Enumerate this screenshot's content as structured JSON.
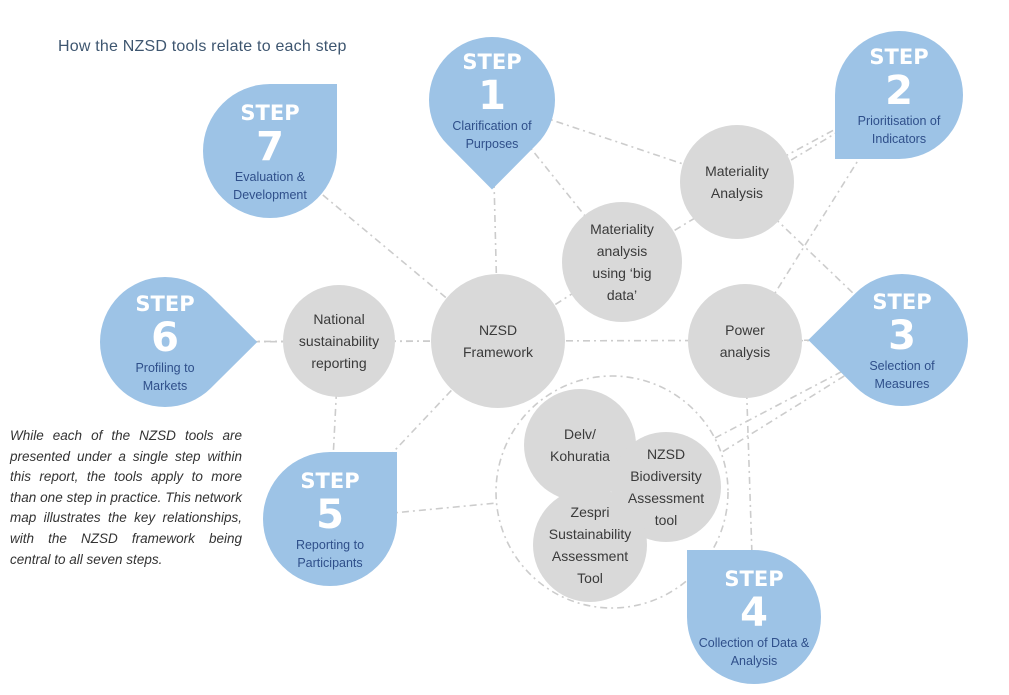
{
  "title": "How the NZSD tools relate to each step",
  "note": "While each of the NZSD tools are presented under a single step within this report, the tools apply to more than one step in practice. This network map illustrates the key relationships, with the NZSD framework being central to all seven steps.",
  "colors": {
    "step_fill": "#9dc3e6",
    "node_fill": "#d9d9d9",
    "link": "#cccccc",
    "caption": "#2f4f8a"
  },
  "steps": [
    {
      "id": "step1",
      "word": "STEP",
      "number": "1",
      "caption": [
        "Clarification of",
        "Purposes"
      ]
    },
    {
      "id": "step2",
      "word": "STEP",
      "number": "2",
      "caption": [
        "Prioritisation of",
        "Indicators"
      ]
    },
    {
      "id": "step3",
      "word": "STEP",
      "number": "3",
      "caption": [
        "Selection of",
        "Measures"
      ]
    },
    {
      "id": "step4",
      "word": "STEP",
      "number": "4",
      "caption": [
        "Collection of Data &",
        "Analysis"
      ]
    },
    {
      "id": "step5",
      "word": "STEP",
      "number": "5",
      "caption": [
        "Reporting to",
        "Participants"
      ]
    },
    {
      "id": "step6",
      "word": "STEP",
      "number": "6",
      "caption": [
        "Profiling to",
        "Markets"
      ]
    },
    {
      "id": "step7",
      "word": "STEP",
      "number": "7",
      "caption": [
        "Evaluation &",
        "Development"
      ]
    }
  ],
  "nodes": [
    {
      "id": "framework",
      "lines": [
        "NZSD",
        "Framework"
      ]
    },
    {
      "id": "national",
      "lines": [
        "National",
        "sustainability",
        "reporting"
      ]
    },
    {
      "id": "bigdata",
      "lines": [
        "Materiality",
        "analysis",
        "using ‘big",
        "data’"
      ]
    },
    {
      "id": "materiality",
      "lines": [
        "Materiality",
        "Analysis"
      ]
    },
    {
      "id": "power",
      "lines": [
        "Power",
        "analysis"
      ]
    },
    {
      "id": "delv",
      "lines": [
        "Delv/",
        "Kohuratia"
      ]
    },
    {
      "id": "biodiversity",
      "lines": [
        "NZSD",
        "Biodiversity",
        "Assessment",
        "tool"
      ]
    },
    {
      "id": "zespri",
      "lines": [
        "Zespri",
        "Sustainability",
        "Assessment",
        "Tool"
      ]
    }
  ]
}
